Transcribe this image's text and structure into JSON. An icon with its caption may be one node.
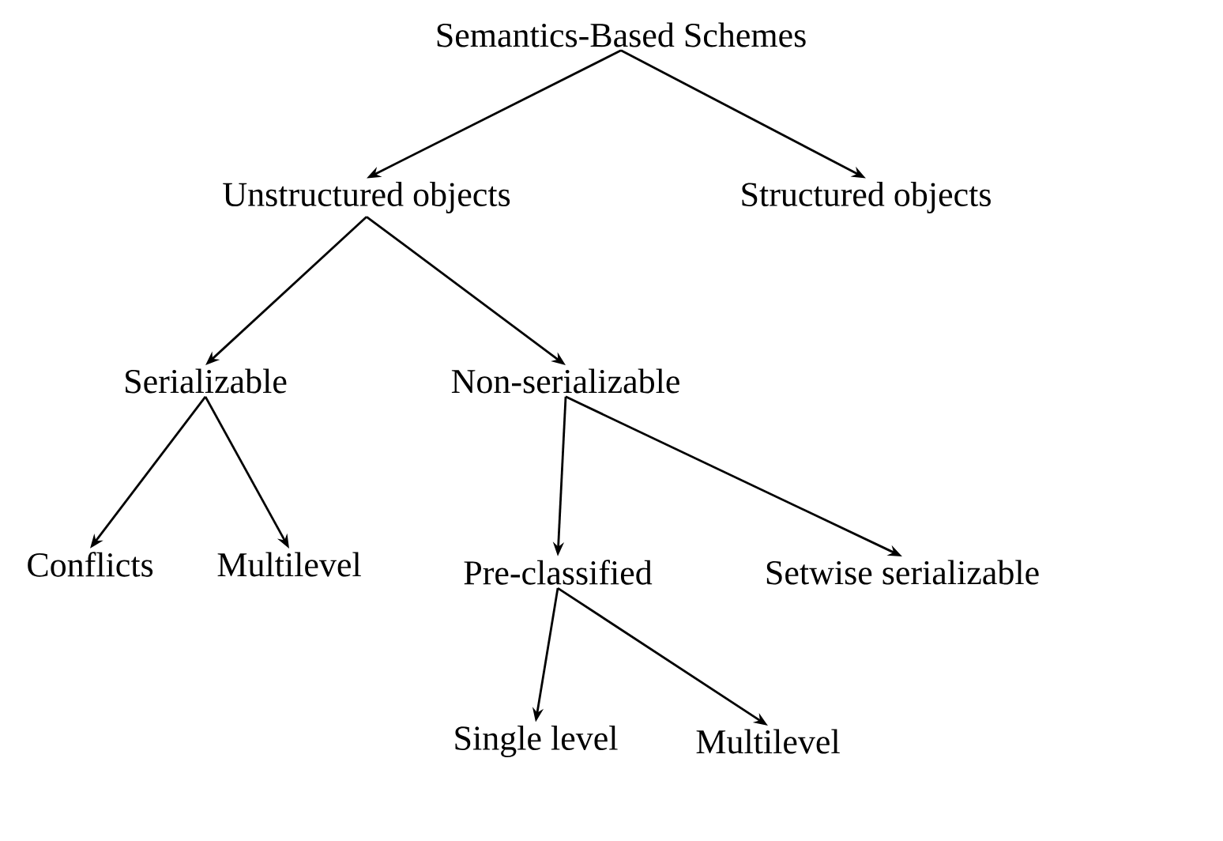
{
  "diagram": {
    "nodes": [
      {
        "text": [
          "Semantics-Based Schemes"
        ]
      },
      {
        "text": [
          "Unstructured objects"
        ]
      },
      {
        "text": [
          "Structured objects"
        ]
      },
      {
        "text": [
          "Serializable"
        ]
      },
      {
        "text": [
          "Non-serializable"
        ]
      },
      {
        "text": [
          "Conflicts"
        ]
      },
      {
        "text": [
          "Multilevel"
        ]
      },
      {
        "text": [
          "Pre-classified"
        ]
      },
      {
        "text": [
          "Setwise serializable"
        ]
      },
      {
        "text": [
          "Single level"
        ]
      },
      {
        "text": [
          "Multilevel"
        ]
      }
    ],
    "edges": [
      {
        "from": 0,
        "to": 1,
        "arrow": "to"
      },
      {
        "from": 0,
        "to": 2,
        "arrow": "to"
      },
      {
        "from": 1,
        "to": 3,
        "arrow": "to"
      },
      {
        "from": 1,
        "to": 4,
        "arrow": "to"
      },
      {
        "from": 3,
        "to": 5,
        "arrow": "to"
      },
      {
        "from": 3,
        "to": 6,
        "arrow": "to"
      },
      {
        "from": 4,
        "to": 7,
        "arrow": "to"
      },
      {
        "from": 4,
        "to": 8,
        "arrow": "to"
      },
      {
        "from": 7,
        "to": 9,
        "arrow": "to"
      },
      {
        "from": 7,
        "to": 10,
        "arrow": "to"
      }
    ]
  }
}
